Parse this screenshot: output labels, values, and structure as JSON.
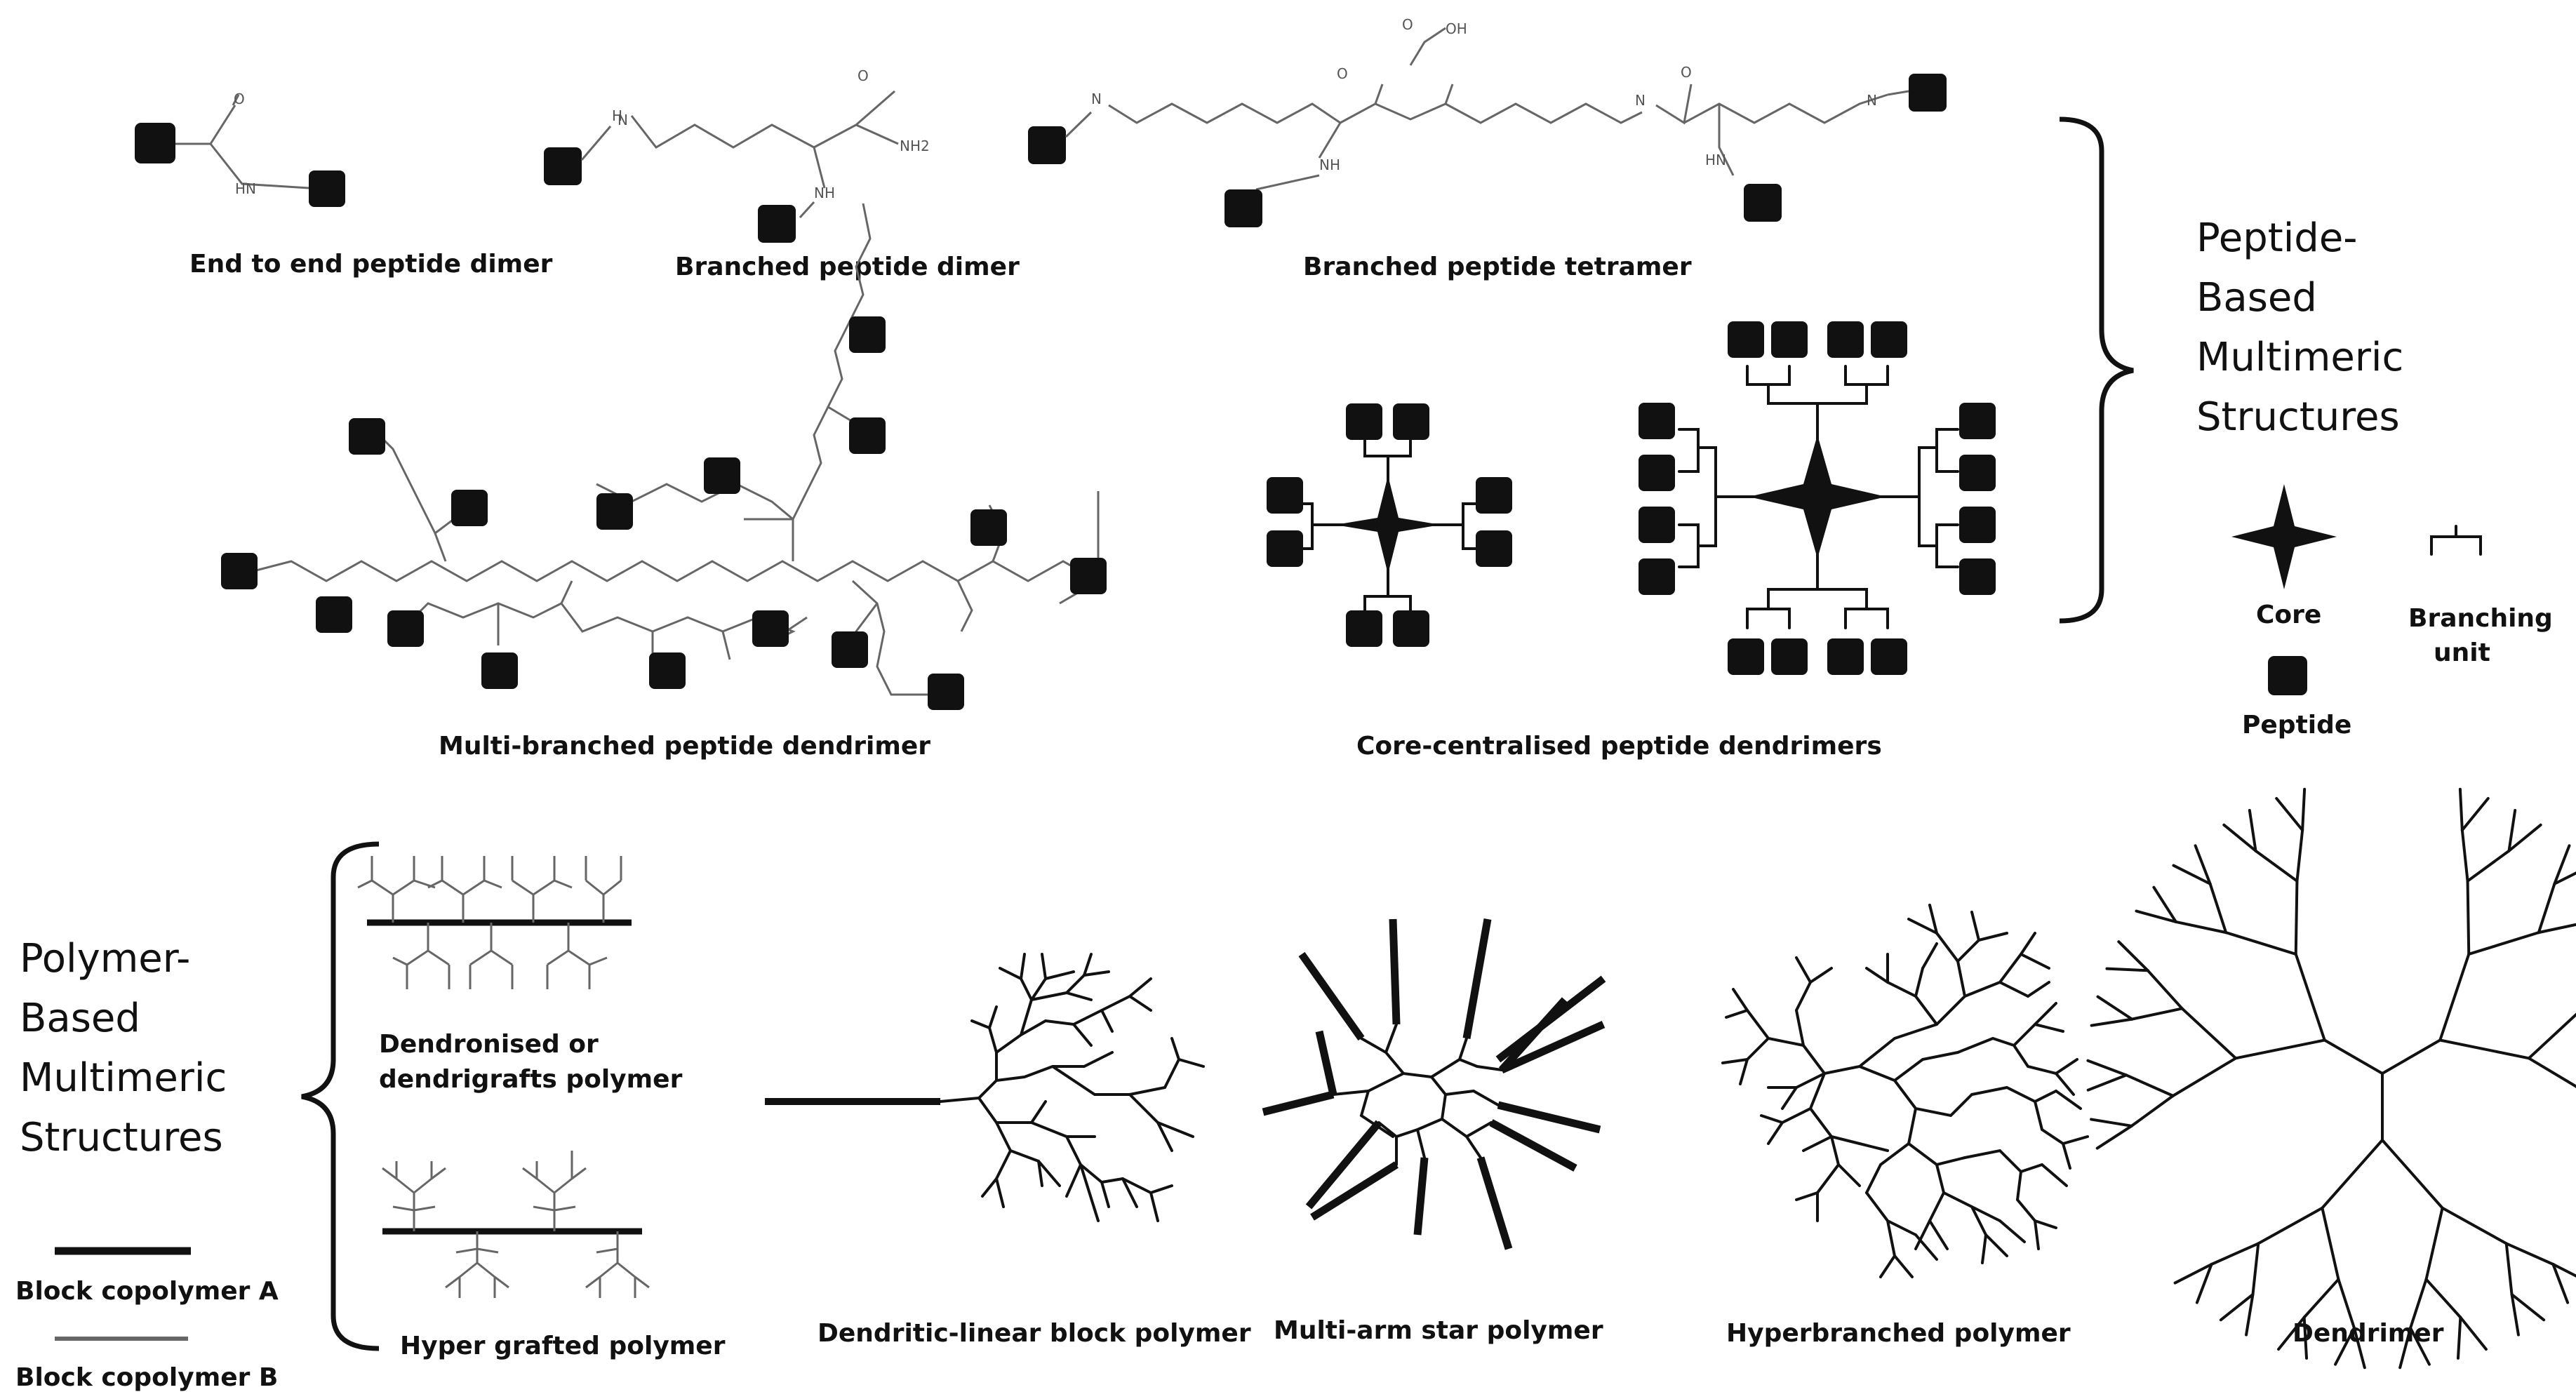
{
  "labels": {
    "end_to_end_dimer": "End to end peptide dimer",
    "branched_dimer": "Branched peptide dimer",
    "branched_tetramer": "Branched peptide tetramer",
    "multi_branched_dendrimer": "Multi-branched peptide dendrimer",
    "core_centralised_dendrimers": "Core-centralised peptide dendrimers",
    "dendronised_line1": "Dendronised or",
    "dendronised_line2": "dendrigrafts polymer",
    "hyper_grafted": "Hyper grafted polymer",
    "dendritic_linear": "Dendritic-linear block polymer",
    "multi_arm_star": "Multi-arm star polymer",
    "hyperbranched": "Hyperbranched polymer",
    "dendrimer": "Dendrimer"
  },
  "groups": {
    "peptide_title_lines": [
      "Peptide-",
      "Based",
      "Multimeric",
      "Structures"
    ],
    "polymer_title_lines": [
      "Polymer-",
      "Based",
      "Multimeric",
      "Structures"
    ]
  },
  "legend": {
    "core": "Core",
    "peptide": "Peptide",
    "branching_line1": "Branching",
    "branching_line2": "unit",
    "block_a": "Block copolymer A",
    "block_b": "Block copolymer B"
  },
  "atoms": {
    "oxygen": "O",
    "hn": "HN",
    "nh": "NH",
    "nh2": "NH2",
    "n": "N",
    "h": "H",
    "oh": "OH"
  },
  "colors": {
    "ink": "#111111",
    "bond": "#666666",
    "background": "#ffffff"
  }
}
